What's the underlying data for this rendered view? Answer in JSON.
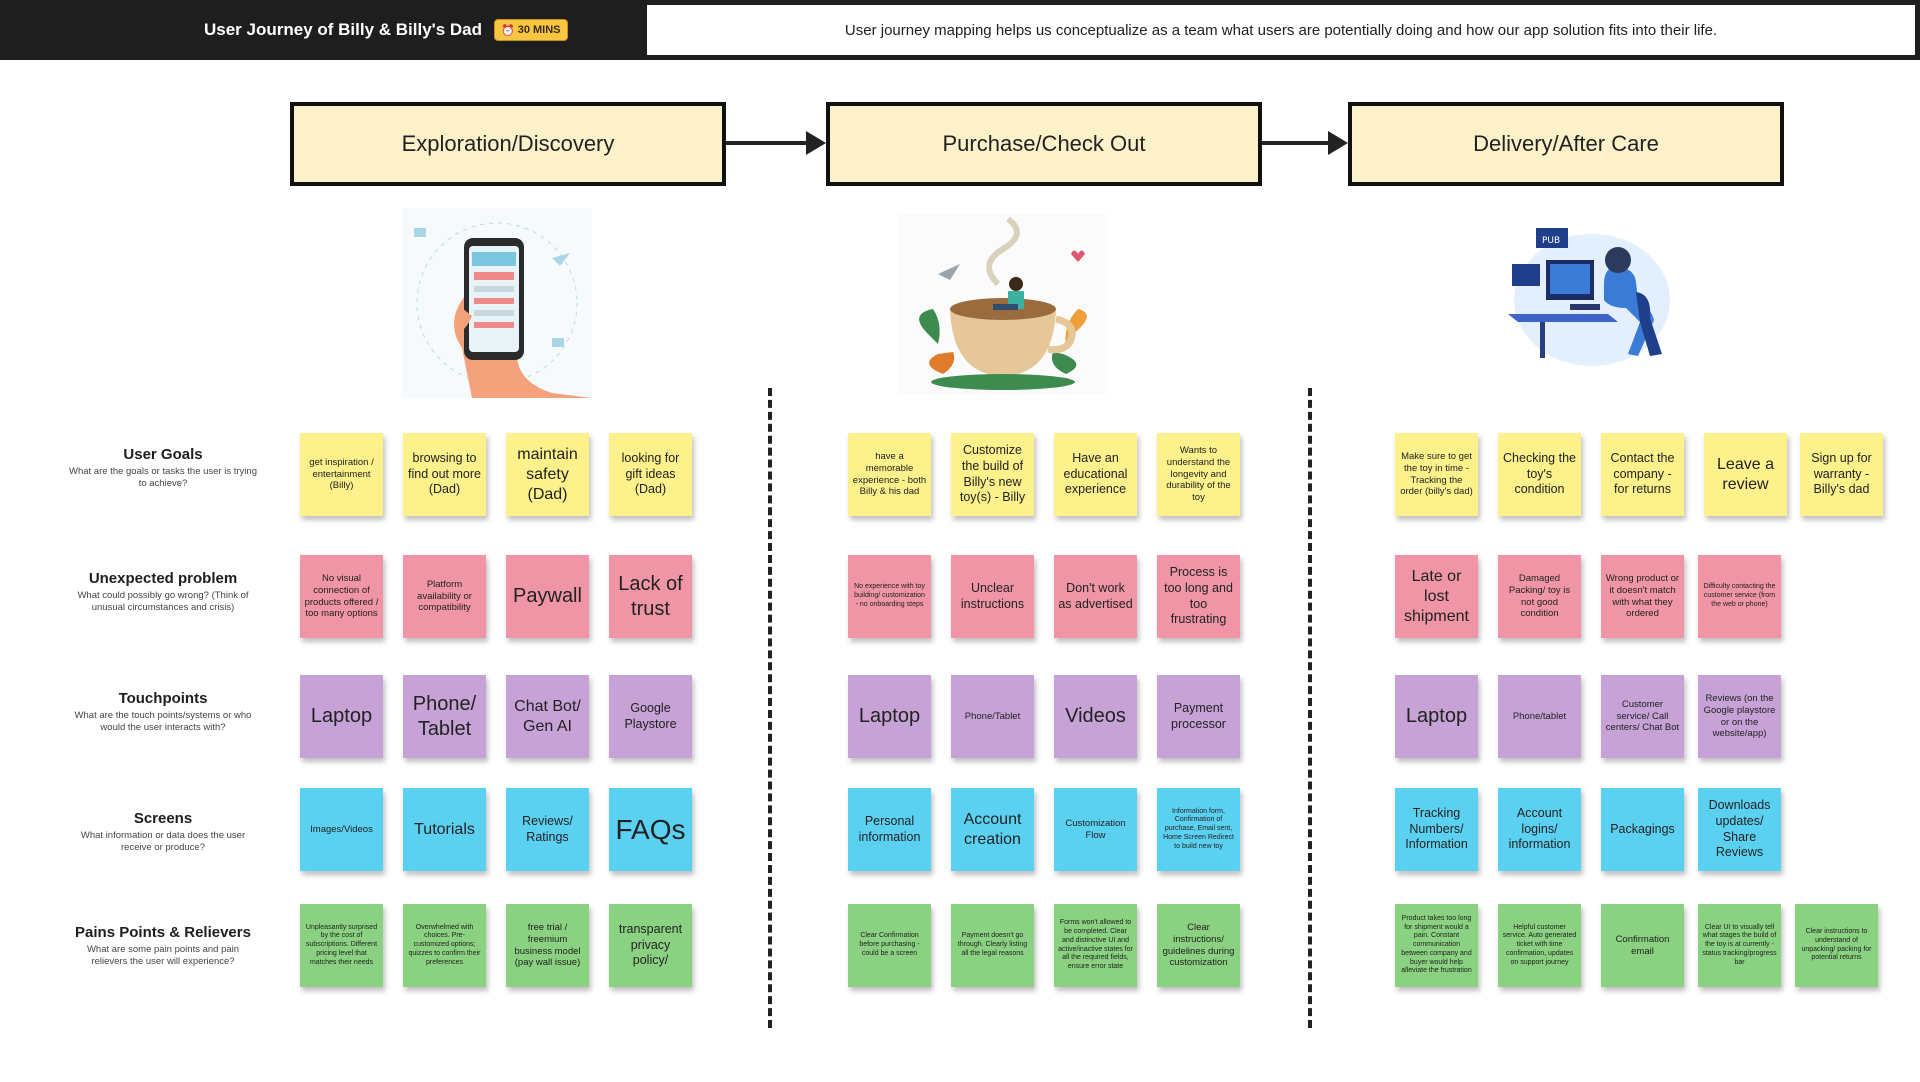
{
  "header": {
    "title": "User Journey of Billy & Billy's Dad",
    "badge": "30 MINS",
    "description": "User journey mapping helps us conceptualize as a team what users are potentially doing and how our app solution fits into their life."
  },
  "phases": [
    {
      "label": "Exploration/Discovery"
    },
    {
      "label": "Purchase/Check Out"
    },
    {
      "label": "Delivery/After Care"
    }
  ],
  "rows": [
    {
      "title": "User Goals",
      "description": "What are the goals or tasks the user is trying to achieve?"
    },
    {
      "title": "Unexpected problem",
      "description": "What could possibly go wrong? (Think of unusual circumstances and crisis)"
    },
    {
      "title": "Touchpoints",
      "description": "What are the touch points/systems or who would the user interacts with?"
    },
    {
      "title": "Screens",
      "description": "What information or data does the user receive or produce?"
    },
    {
      "title": "Pains Points & Relievers",
      "description": "What are some pain points and pain relievers the user will experience?"
    }
  ],
  "notes": {
    "goals": [
      "get inspiration / entertainment (Billy)",
      "browsing to find out more (Dad)",
      "maintain safety (Dad)",
      "looking for gift ideas (Dad)",
      "have a memorable experience - both Billy & his dad",
      "Customize the build of Billy's new toy(s) - Billy",
      "Have an educational experience",
      "Wants to understand the longevity and durability of the toy",
      "Make sure to get the toy in time - Tracking the order (billy's dad)",
      "Checking the toy's condition",
      "Contact the company - for returns",
      "Leave a review",
      "Sign up for warranty - Billy's dad"
    ],
    "problems": [
      "No visual connection of products offered / too many options",
      "Platform availability or compatibility",
      "Paywall",
      "Lack of trust",
      "No experience with toy building/ customization - no onboarding steps",
      "Unclear instructions",
      "Don't work as advertised",
      "Process is too long and too frustrating",
      "Late or lost shipment",
      "Damaged Packing/ toy is not good condition",
      "Wrong product or it doesn't match with what they ordered",
      "Difficulty contacting the customer service (from the web or phone)"
    ],
    "touchpoints": [
      "Laptop",
      "Phone/ Tablet",
      "Chat Bot/ Gen AI",
      "Google Playstore",
      "Laptop",
      "Phone/Tablet",
      "Videos",
      "Payment processor",
      "Laptop",
      "Phone/tablet",
      "Customer service/ Call centers/ Chat Bot",
      "Reviews (on the Google playstore or on the website/app)"
    ],
    "screens": [
      "Images/Videos",
      "Tutorials",
      "Reviews/ Ratings",
      "FAQs",
      "Personal information",
      "Account creation",
      "Customization Flow",
      "Information form, Confirmation of purchase, Email sent, Home Screen Redirect to build new toy",
      "Tracking Numbers/ Information",
      "Account logins/ information",
      "Packagings",
      "Downloads updates/ Share Reviews"
    ],
    "pains": [
      "Unpleasantly surprised by the cost of subscriptions. Different pricing level that matches their needs",
      "Overwhelmed with choices. Pre-customized options; quizzes to confirm their preferences",
      "free trial / freemium business model (pay wall issue)",
      "transparent privacy policy/",
      "Clear Confirmation before purchasing - could be a screen",
      "Payment doesn't go through. Clearly listing all the legal reasons",
      "Forms won't allowed to be completed. Clear and distinctive UI and active/inactive states for all the required fields, ensure error state",
      "Clear instructions/ guidelines during customization",
      "Product takes too long for shipment would a pain. Constant communication between company and buyer would help alleviate the frustration",
      "Helpful customer service. Auto generated ticket with time confirmation, updates on support journey",
      "Confirmation email",
      "Clear UI to visually tell what stages the build of the toy is at currently - status tracking/progress bar",
      "Clear instructions to understand of unpacking/ packing for potential returns"
    ]
  }
}
